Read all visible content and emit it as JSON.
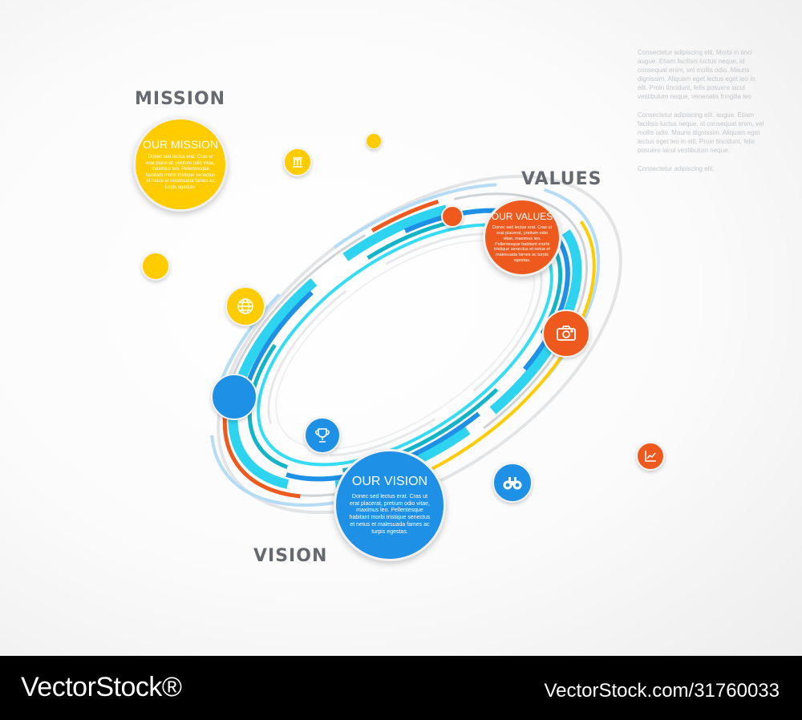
{
  "colors": {
    "yellow": "#FFCC00",
    "orange": "#EE5A1E",
    "blue": "#1E90E6",
    "cyan": "#2ED3F0",
    "heading": "#666A70",
    "sidebar_text": "#C4C7CB"
  },
  "mission": {
    "heading": "MISSION",
    "title": "OUR MISSION",
    "body": "Donec sed lectus erat. Cras ut erat placerat, pretium odio vitae, maximus leo. Pellentesque habitant morbi tristique senectus et netus et malesuada fames ac turpis egestas."
  },
  "values": {
    "heading": "VALUES",
    "title": "OUR VALUES",
    "body": "Donec sed lectus erat. Cras ut erat placerat, pretium odio vitae, maximus leo. Pellentesque habitant morbi tristique senectus et netus et malesuada fames ac turpis egestas."
  },
  "vision": {
    "heading": "VISION",
    "title": "OUR VISION",
    "body": "Donec sed lectus erat. Cras ut erat placerat, pretium odio vitae, maximus leo. Pellentesque habitant morbi tristique senectus et netus et malesuada fames ac turpis egestas."
  },
  "icons": {
    "mission_small": "column-icon",
    "globe": "globe-icon",
    "trophy": "trophy-icon",
    "binoculars": "binoculars-icon",
    "camera": "camera-icon",
    "chart": "chart-icon"
  },
  "sidebar": {
    "paragraphs": [
      "Consectetur adipiscing elit. Morbi in tinci augue. Etiam facilisis luctus neque, id consequat enim, vel mollis odio. Mauris dignissim. Aliquam eget lectus eget leo in elit. Proin tincidunt, felis posuere iacul vestibulum neque, venenatis fringilla leo",
      "Consectetur adipiscing elit. augue. Etiam facilisis luctus neque, id consequat enim, vel mollis odio. Mauris dignissim. Aliquam eget lectus eget leo in elit. Proin tincidunt, felis posuere iacul vestibulum neque.",
      "Consectetur adipiscing elit."
    ]
  },
  "footer": {
    "brand": "VectorStock®",
    "id": "VectorStock.com/31760033"
  }
}
